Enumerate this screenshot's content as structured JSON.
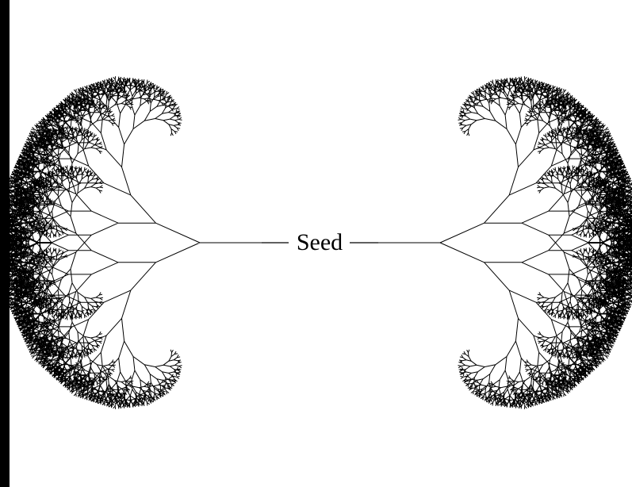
{
  "diagram": {
    "label": "Seed",
    "colors": {
      "border": "#000000",
      "background": "#ffffff",
      "branch": "#000000",
      "text": "#000000"
    },
    "structure": {
      "type": "binary-branching-tree",
      "trees": 2,
      "arrangement": "mirrored-left-right",
      "root": "center-seed"
    }
  }
}
